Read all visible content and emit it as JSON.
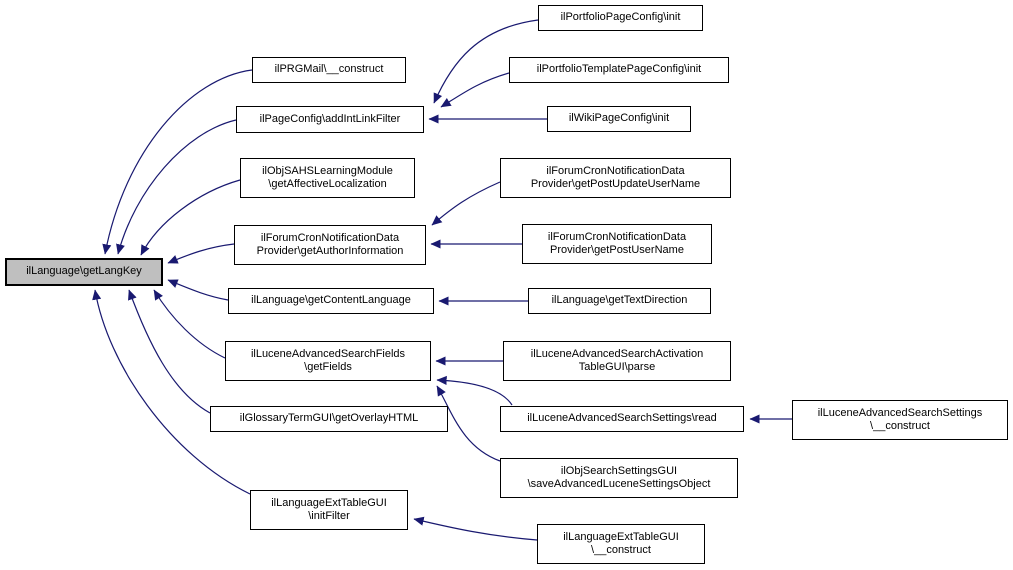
{
  "nodes": {
    "getLangKey": {
      "label": "ilLanguage\\getLangKey"
    },
    "prgmail": {
      "label": "ilPRGMail\\__construct"
    },
    "addIntLinkFilter": {
      "label": "ilPageConfig\\addIntLinkFilter"
    },
    "sahs": {
      "label": "ilObjSAHSLearningModule\n\\getAffectiveLocalization"
    },
    "authorInfo": {
      "label": "ilForumCronNotificationData\nProvider\\getAuthorInformation"
    },
    "contentLang": {
      "label": "ilLanguage\\getContentLanguage"
    },
    "getFields": {
      "label": "ilLuceneAdvancedSearchFields\n\\getFields"
    },
    "overlayHtml": {
      "label": "ilGlossaryTermGUI\\getOverlayHTML"
    },
    "initFilter": {
      "label": "ilLanguageExtTableGUI\n\\initFilter"
    },
    "portfolioPage": {
      "label": "ilPortfolioPageConfig\\init"
    },
    "portfolioTemplate": {
      "label": "ilPortfolioTemplatePageConfig\\init"
    },
    "wikiPage": {
      "label": "ilWikiPageConfig\\init"
    },
    "postUpdate": {
      "label": "ilForumCronNotificationData\nProvider\\getPostUpdateUserName"
    },
    "postUser": {
      "label": "ilForumCronNotificationData\nProvider\\getPostUserName"
    },
    "textDirection": {
      "label": "ilLanguage\\getTextDirection"
    },
    "parse": {
      "label": "ilLuceneAdvancedSearchActivation\nTableGUI\\parse"
    },
    "read": {
      "label": "ilLuceneAdvancedSearchSettings\\read"
    },
    "saveSettings": {
      "label": "ilObjSearchSettingsGUI\n\\saveAdvancedLuceneSettingsObject"
    },
    "extConstruct": {
      "label": "ilLanguageExtTableGUI\n\\__construct"
    },
    "luceneConstruct": {
      "label": "ilLuceneAdvancedSearchSettings\n\\__construct"
    }
  },
  "edges": [
    {
      "from": "prgmail",
      "to": "getLangKey"
    },
    {
      "from": "addIntLinkFilter",
      "to": "getLangKey"
    },
    {
      "from": "sahs",
      "to": "getLangKey"
    },
    {
      "from": "authorInfo",
      "to": "getLangKey"
    },
    {
      "from": "contentLang",
      "to": "getLangKey"
    },
    {
      "from": "getFields",
      "to": "getLangKey"
    },
    {
      "from": "overlayHtml",
      "to": "getLangKey"
    },
    {
      "from": "initFilter",
      "to": "getLangKey"
    },
    {
      "from": "portfolioPage",
      "to": "addIntLinkFilter"
    },
    {
      "from": "portfolioTemplate",
      "to": "addIntLinkFilter"
    },
    {
      "from": "wikiPage",
      "to": "addIntLinkFilter"
    },
    {
      "from": "postUpdate",
      "to": "authorInfo"
    },
    {
      "from": "postUser",
      "to": "authorInfo"
    },
    {
      "from": "textDirection",
      "to": "contentLang"
    },
    {
      "from": "parse",
      "to": "getFields"
    },
    {
      "from": "read",
      "to": "getFields"
    },
    {
      "from": "saveSettings",
      "to": "getFields"
    },
    {
      "from": "luceneConstruct",
      "to": "read"
    },
    {
      "from": "extConstruct",
      "to": "initFilter"
    }
  ],
  "colors": {
    "edge": "#191970",
    "node_border": "#000000",
    "node_fill": "#ffffff",
    "main_node_fill": "#bfbfbf"
  }
}
